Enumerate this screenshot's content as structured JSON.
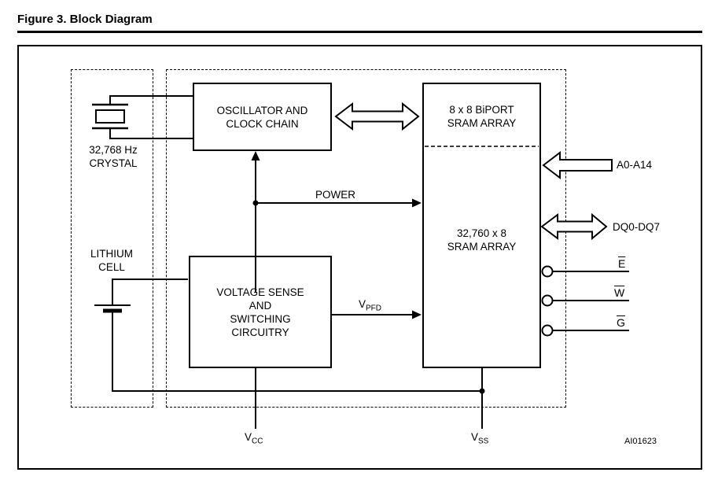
{
  "figure": {
    "title": "Figure 3. Block Diagram",
    "ref_code": "AI01623"
  },
  "blocks": {
    "oscillator": {
      "line1": "OSCILLATOR AND",
      "line2": "CLOCK CHAIN"
    },
    "biport": {
      "line1": "8 x 8 BiPORT",
      "line2": "SRAM ARRAY"
    },
    "sram": {
      "line1": "32,760 x 8",
      "line2": "SRAM ARRAY"
    },
    "voltage": {
      "line1": "VOLTAGE SENSE",
      "line2": "AND",
      "line3": "SWITCHING",
      "line4": "CIRCUITRY"
    }
  },
  "labels": {
    "crystal_line1": "32,768 Hz",
    "crystal_line2": "CRYSTAL",
    "lithium_line1": "LITHIUM",
    "lithium_line2": "CELL",
    "power": "POWER",
    "vpfd_base": "V",
    "vpfd_sub": "PFD",
    "vcc_base": "V",
    "vcc_sub": "CC",
    "vss_base": "V",
    "vss_sub": "SS",
    "address_bus": "A0-A14",
    "data_bus": "DQ0-DQ7",
    "pin_e": "E",
    "pin_w": "W",
    "pin_g": "G"
  },
  "colors": {
    "ink": "#000000",
    "paper": "#ffffff"
  }
}
